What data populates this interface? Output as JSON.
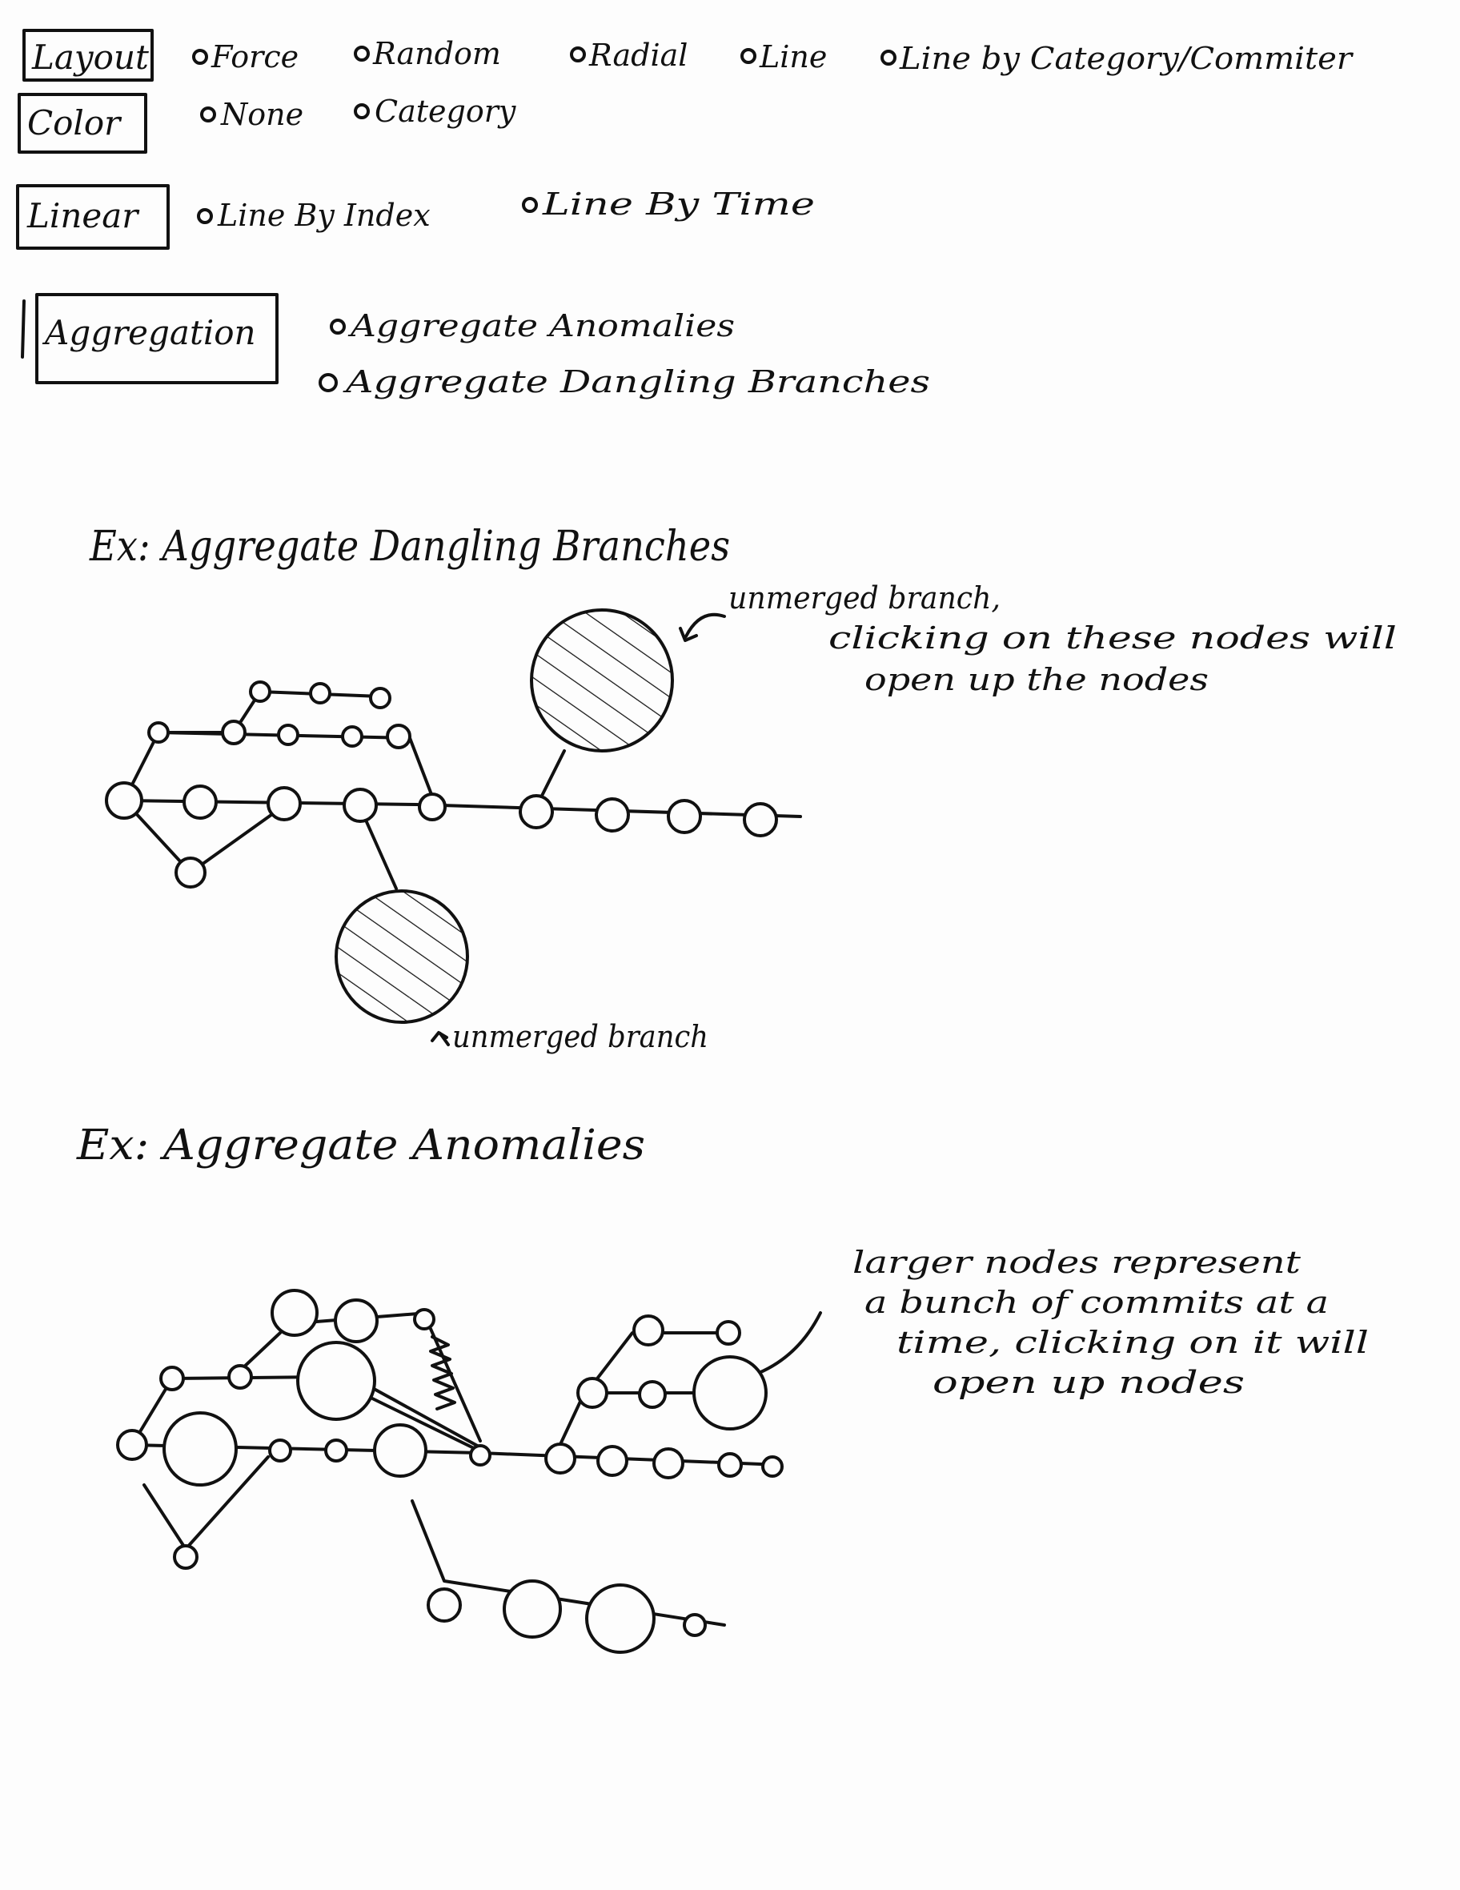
{
  "controls": {
    "layout": {
      "label": "Layout",
      "options": [
        "Force",
        "Random",
        "Radial",
        "Line",
        "Line by Category/Commiter"
      ]
    },
    "color": {
      "label": "Color",
      "options": [
        "None",
        "Category"
      ]
    },
    "linear": {
      "label": "Linear",
      "options": [
        "Line By Index",
        "Line By Time"
      ]
    },
    "aggregation": {
      "label": "Aggregation",
      "options": [
        "Aggregate Anomalies",
        "Aggregate Dangling Branches"
      ]
    }
  },
  "example_dangling": {
    "title": "Ex: Aggregate Dangling Branches",
    "note_top": [
      "unmerged branch,",
      "clicking on these nodes will",
      "open up the nodes"
    ],
    "note_bottom": "unmerged branch"
  },
  "example_anomalies": {
    "title": "Ex: Aggregate Anomalies",
    "note": [
      "larger nodes represent",
      "a bunch of commits at a",
      "time, clicking on it will",
      "open up nodes"
    ]
  }
}
